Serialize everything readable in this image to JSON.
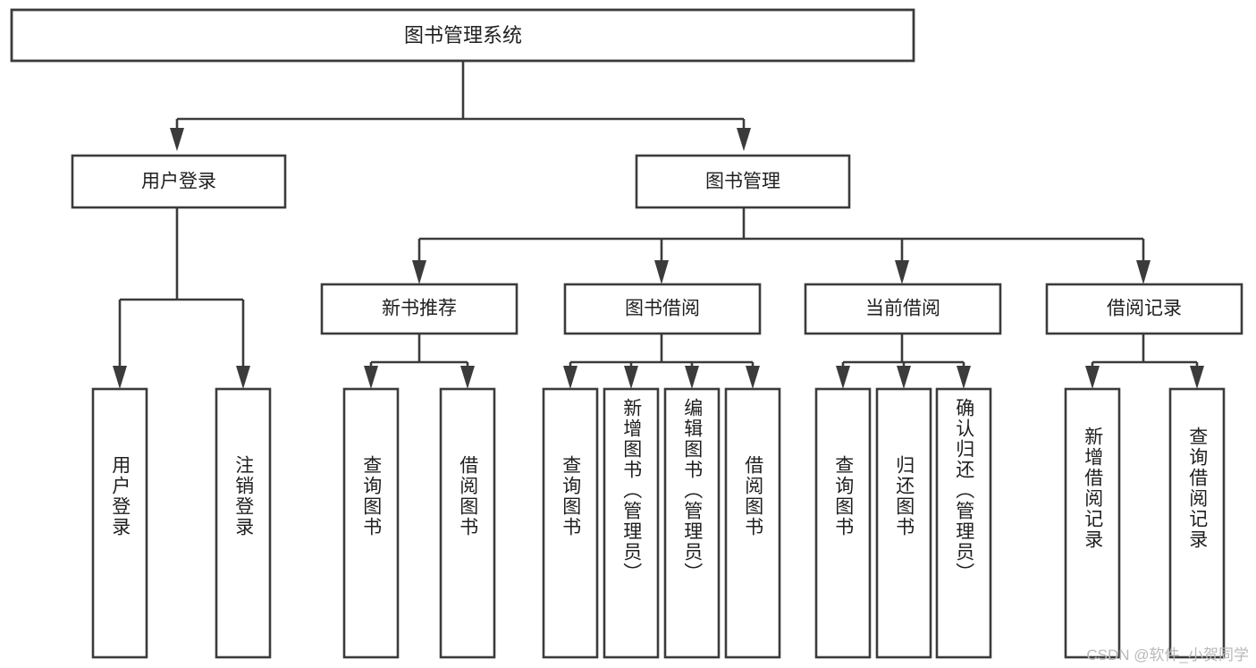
{
  "diagram": {
    "title": "图书管理系统",
    "type": "tree-hierarchy",
    "watermark": "CSDN @软件_小贺同学",
    "colors": {
      "background": "#ffffff",
      "stroke": "#3b3b3b",
      "text": "#1f1f1f",
      "watermark": "#b9b9b9"
    },
    "root": {
      "label": "图书管理系统"
    },
    "level2": [
      {
        "label": "用户登录"
      },
      {
        "label": "图书管理"
      }
    ],
    "level3": [
      {
        "label": "新书推荐"
      },
      {
        "label": "图书借阅"
      },
      {
        "label": "当前借阅"
      },
      {
        "label": "借阅记录"
      }
    ],
    "leaves": {
      "user_login": [
        {
          "label": "用户登录"
        },
        {
          "label": "注销登录"
        }
      ],
      "new_book_recommend": [
        {
          "label": "查询图书"
        },
        {
          "label": "借阅图书"
        }
      ],
      "book_borrow": [
        {
          "label": "查询图书"
        },
        {
          "label": "新增图书（管理员）"
        },
        {
          "label": "编辑图书（管理员）"
        },
        {
          "label": "借阅图书"
        }
      ],
      "current_borrow": [
        {
          "label": "查询图书"
        },
        {
          "label": "归还图书"
        },
        {
          "label": "确认归还（管理员）"
        }
      ],
      "borrow_record": [
        {
          "label": "新增借阅记录"
        },
        {
          "label": "查询借阅记录"
        }
      ]
    }
  }
}
